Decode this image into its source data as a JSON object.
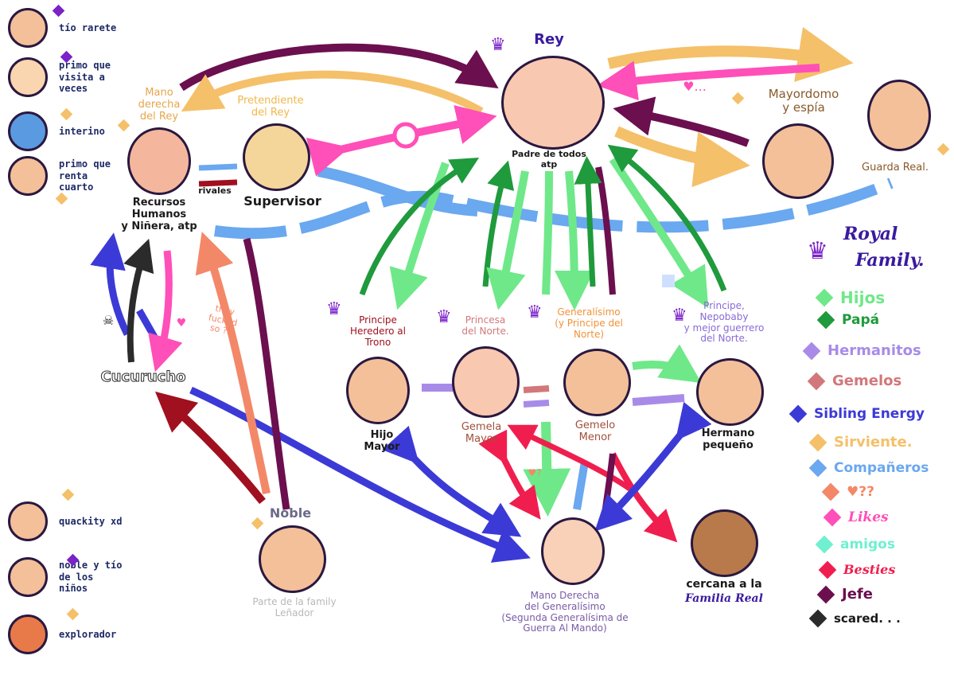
{
  "colors": {
    "hijos": "#6fe889",
    "papa": "#1f9a3c",
    "hermanitos": "#a88be8",
    "gemelos": "#d2787a",
    "sibling": "#3c3ad6",
    "sirviente": "#f5c06a",
    "companeros": "#6aa8f0",
    "corazon": "#f38868",
    "likes": "#ff4fb8",
    "amigos": "#6ff0cf",
    "besties": "#f01e4e",
    "jefe": "#6b0f4f",
    "scared": "#2b2b2b"
  },
  "nodes": {
    "rey": {
      "title": "Rey",
      "subtitle": "Padre de todos\natp"
    },
    "mano_derecha": {
      "role": "Mano\nderecha\ndel Rey",
      "name": "Recursos\nHumanos\ny Niñera, atp"
    },
    "pretendiente": {
      "role": "Pretendiente\ndel Rey",
      "name": "Supervisor"
    },
    "rivales": "rivales",
    "mayordomo": {
      "role": "Mayordomo\ny espía"
    },
    "guarda": {
      "role": "Guarda Real."
    },
    "cucurucho": {
      "name": "Cucurucho"
    },
    "they_fucked": "they\nfucked\nso ??",
    "rival": "rival",
    "noble": {
      "name": "Noble",
      "subtitle": "Parte de la family\nLeñador"
    },
    "principe_heredero": {
      "role": "Principe\nHeredero al\nTrono",
      "name": "Hijo\nMayor"
    },
    "princesa": {
      "role": "Princesa\ndel Norte.",
      "name": "Gemela\nMayor"
    },
    "generalisimo": {
      "role": "Generalísimo\n(y Principe del\nNorte)",
      "name": "Gemelo\nMenor"
    },
    "principe_nepo": {
      "role": "Principe,\nNepobaby\ny mejor guerrero\ndel Norte.",
      "name": "Hermano\npequeño"
    },
    "mano_general": {
      "subtitle": "Mano Derecha\ndel Generalísimo\n(Segunda Generalísima de\nGuerra Al Mando)"
    },
    "cercana": {
      "line1": "cercana a la",
      "line2": "Familia Real"
    }
  },
  "side_list": [
    {
      "label": "tío rarete",
      "diamond": "#7b22c8"
    },
    {
      "label": "primo que\nvisita a\nveces",
      "diamond": "#7b22c8"
    },
    {
      "label": "interino",
      "diamond": "#f5c06a"
    },
    {
      "label": "primo que\nrenta\ncuarto",
      "diamond": "#f5c06a"
    }
  ],
  "side_list_bottom": [
    {
      "label": "quackity xd",
      "diamond": "#f5c06a"
    },
    {
      "label": "noble y tío\nde los\nniños",
      "diamond": "#7b22c8"
    },
    {
      "label": "explorador",
      "diamond": "#f5c06a"
    }
  ],
  "legend": {
    "title_1": "Royal",
    "title_2": "Family.",
    "items": [
      {
        "label": "Hijos",
        "color": "#6fe889"
      },
      {
        "label": "Papá",
        "color": "#1f9a3c"
      },
      {
        "label": "Hermanitos",
        "color": "#a88be8"
      },
      {
        "label": "Gemelos",
        "color": "#d2787a"
      },
      {
        "label": "Sibling Energy",
        "color": "#3c3ad6"
      },
      {
        "label": "Sirviente.",
        "color": "#f5c06a"
      },
      {
        "label": "Compañeros",
        "color": "#6aa8f0"
      },
      {
        "label": "♥??",
        "color": "#f38868"
      },
      {
        "label": "Likes",
        "color": "#ff4fb8"
      },
      {
        "label": "amigos",
        "color": "#6ff0cf"
      },
      {
        "label": "Besties",
        "color": "#f01e4e"
      },
      {
        "label": "Jefe",
        "color": "#6b0f4f"
      },
      {
        "label": "scared. . .",
        "color": "#2b2b2b"
      }
    ]
  }
}
